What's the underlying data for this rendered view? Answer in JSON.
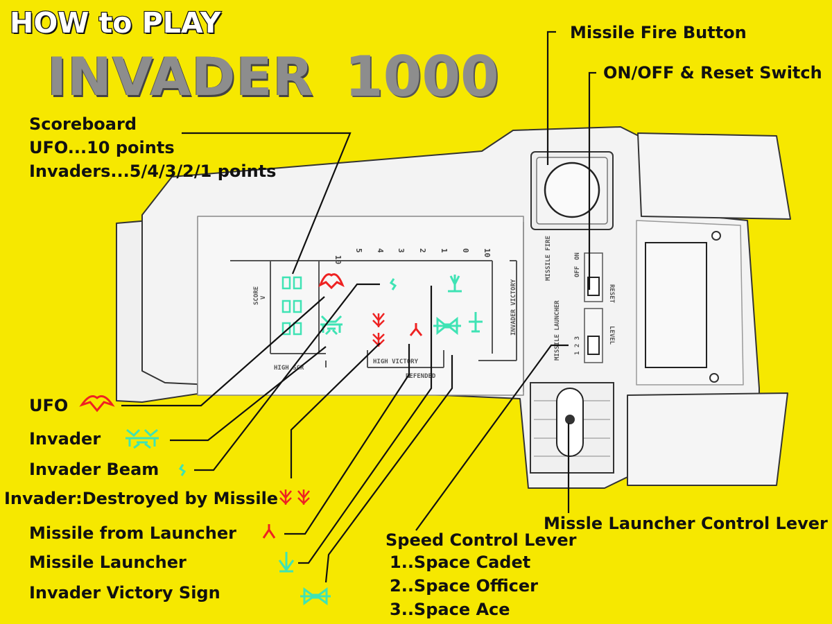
{
  "header": {
    "how_to": "HOW to PLAY",
    "title_word": "INVADER",
    "title_number": "1000"
  },
  "labels": {
    "missile_fire_button": "Missile Fire Button",
    "on_off_reset_switch": "ON/OFF & Reset Switch",
    "scoreboard": "Scoreboard",
    "ufo_points": "UFO...10 points",
    "invader_points": "Invaders...5/4/3/2/1 points",
    "ufo": "UFO",
    "invader": "Invader",
    "invader_beam": "Invader Beam",
    "invader_destroyed": "Invader:Destroyed by Missile",
    "missile_from_launcher": "Missile from Launcher",
    "missile_launcher": "Missile Launcher",
    "invader_victory_sign": "Invader Victory Sign",
    "speed_control_lever": "Speed Control Lever",
    "speed_1": "1..Space Cadet",
    "speed_2": "2..Space Officer",
    "speed_3": "3..Space Ace",
    "launcher_control_lever": "Missle Launcher Control Lever"
  },
  "colors": {
    "background": "#f6e800",
    "casing": "#f3f3f3",
    "outline": "#333333",
    "invader_cyan": "#3fe3b4",
    "ufo_red": "#ee2222"
  },
  "icons": [
    "ufo-icon",
    "invader-icon",
    "invader-beam-icon",
    "destroyed-invader-icon",
    "missile-icon",
    "missile-launcher-icon",
    "victory-sign-icon",
    "fire-button-icon"
  ]
}
